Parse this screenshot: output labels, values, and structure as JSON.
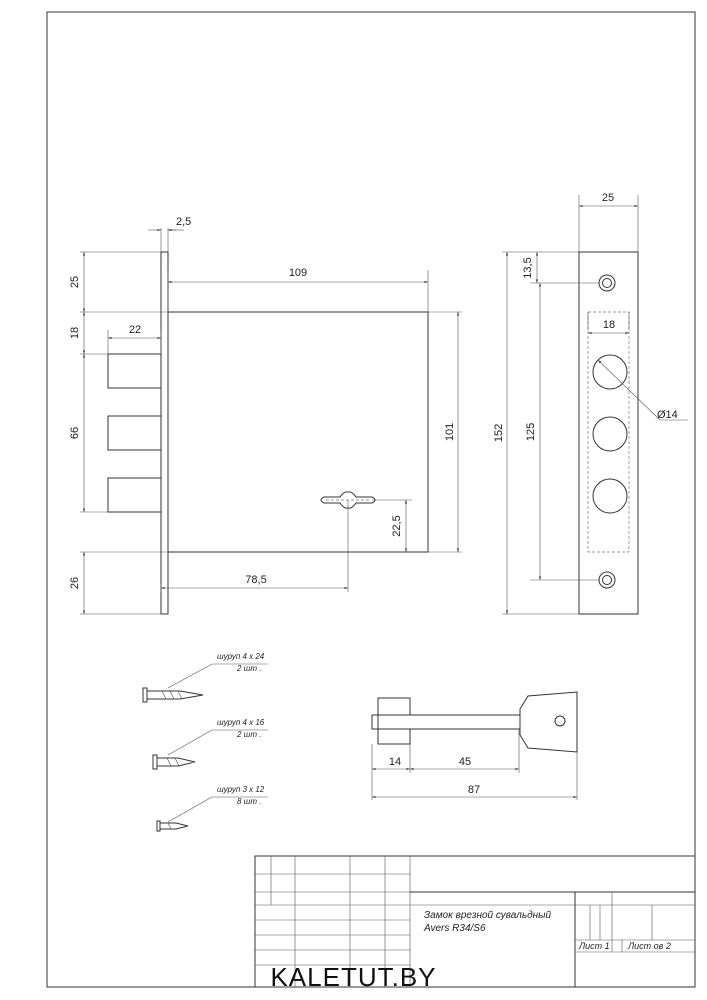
{
  "dimensions": {
    "plate_thickness": "2,5",
    "top_offset": "25",
    "body_width": "109",
    "top_gap": "18",
    "bolt_length": "22",
    "bolt_span": "66",
    "body_height": "101",
    "key_hole_height": "22,5",
    "bottom_offset": "26",
    "key_hole_offset": "78,5",
    "faceplate_width": "25",
    "hole_offset": "13,5",
    "faceplate_height": "152",
    "hole_span": "125",
    "bolt_zone_width": "18",
    "bolt_diameter": "Ø14",
    "key_bit": "14",
    "key_shaft": "45",
    "key_total": "87"
  },
  "screws": [
    {
      "label": "шуруп 4 х 24",
      "qty": "2 шт ."
    },
    {
      "label": "шуруп 4 х 16",
      "qty": "2 шт ."
    },
    {
      "label": "шуруп 3 х 12",
      "qty": "8 шт ."
    }
  ],
  "title_block": {
    "title_line1": "Замок врезной сувальдный",
    "title_line2": "Avers R34/S6",
    "sheet_label": "Лист  1",
    "sheets_label": "Лист ов 2"
  },
  "watermark": "KALETUT.BY"
}
